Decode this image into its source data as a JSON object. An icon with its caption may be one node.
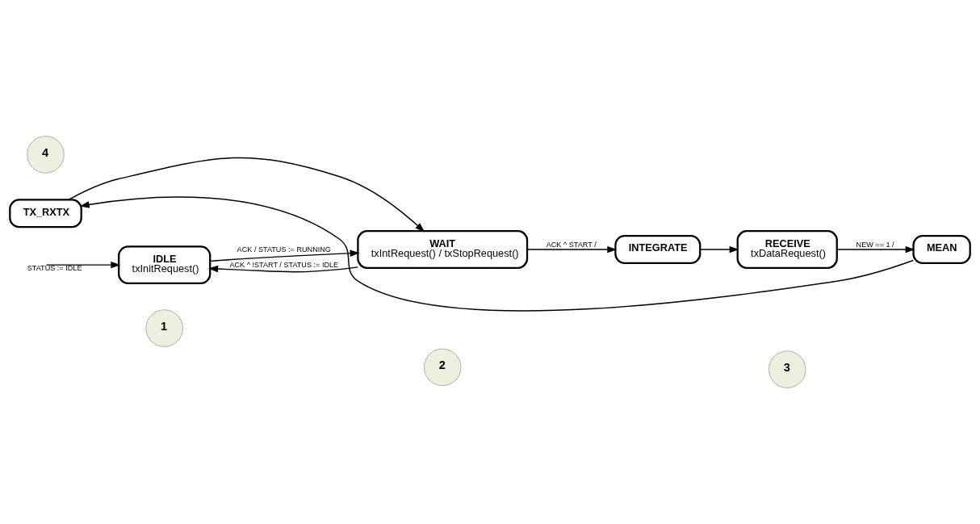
{
  "diagram": {
    "nodes": [
      {
        "text": [
          "1"
        ]
      },
      {
        "text": [
          "2"
        ]
      },
      {
        "text": [
          "3"
        ]
      },
      {
        "text": [
          "IDLE",
          "txInitRequest()"
        ]
      },
      {
        "text": [
          "WAIT",
          "txIntRequest() / txStopRequest()"
        ]
      },
      {
        "text": [
          "INTEGRATE"
        ]
      },
      {
        "text": [
          "RECEIVE",
          "txDataRequest()"
        ]
      },
      {
        "text": [
          "4"
        ]
      },
      {
        "text": [
          "TX_RXTX"
        ]
      },
      {
        "text": [
          "MEAN"
        ]
      }
    ],
    "edges": [
      {
        "from": null,
        "to": 3,
        "arrow": "to",
        "label": "STATUS := IDLE"
      },
      {
        "from": 3,
        "to": 4,
        "arrow": "to",
        "label": "ACK / STATUS := RUNNING"
      },
      {
        "from": 4,
        "to": 5,
        "arrow": "to",
        "label": "ACK ^ START /"
      },
      {
        "from": 5,
        "to": 6,
        "arrow": "to"
      },
      {
        "from": 6,
        "to": 9,
        "arrow": "to",
        "label": "NEW == 1 /"
      },
      {
        "from": 9,
        "to": 8,
        "arrow": "to"
      },
      {
        "from": 8,
        "to": 4,
        "arrow": "to"
      },
      {
        "from": 4,
        "to": 3,
        "arrow": "to",
        "label": "ACK ^ !START / STATUS := IDLE"
      }
    ]
  }
}
